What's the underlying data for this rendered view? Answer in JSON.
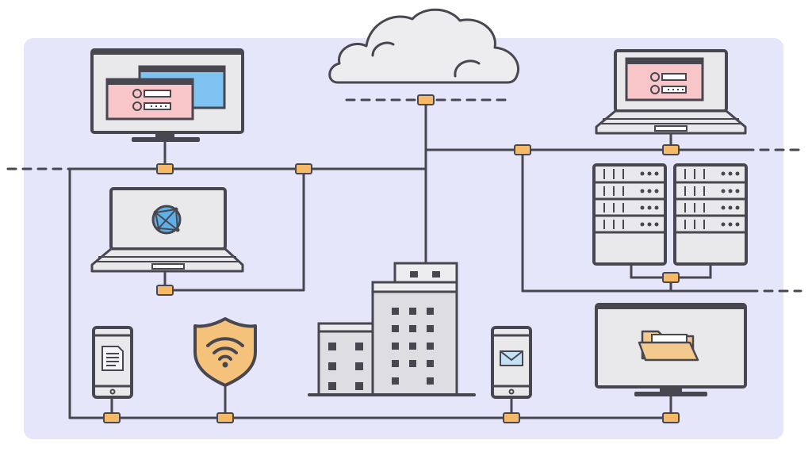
{
  "scene": {
    "title": "",
    "colors": {
      "background": "#ffffff",
      "panel": "#e6e6fb",
      "line": "#484750",
      "node": "#f5b968",
      "device_body": "#e9e9ec",
      "login_window": "#f8c6c9",
      "blue_window": "#7fc3f3",
      "wifi_shield": "#f5c27c",
      "folder": "#f3c98d",
      "globe": "#5eb0e6",
      "envelope": "#c3e2f6",
      "building": "#dddde2",
      "cloud": "#ededf0"
    },
    "devices": [
      {
        "id": "desktop-top-left",
        "icon": "desktop-login-icon"
      },
      {
        "id": "laptop-left",
        "icon": "laptop-globe-icon"
      },
      {
        "id": "phone-left",
        "icon": "document-icon"
      },
      {
        "id": "wifi-shield",
        "icon": "wifi-shield-icon"
      },
      {
        "id": "office-building",
        "icon": "building-icon"
      },
      {
        "id": "phone-right",
        "icon": "envelope-icon"
      },
      {
        "id": "desktop-bottom-right",
        "icon": "folder-icon"
      },
      {
        "id": "laptop-top-right",
        "icon": "laptop-login-icon"
      },
      {
        "id": "server-rack-left",
        "icon": "server-icon"
      },
      {
        "id": "server-rack-right",
        "icon": "server-icon"
      },
      {
        "id": "cloud",
        "icon": "cloud-icon"
      }
    ]
  }
}
